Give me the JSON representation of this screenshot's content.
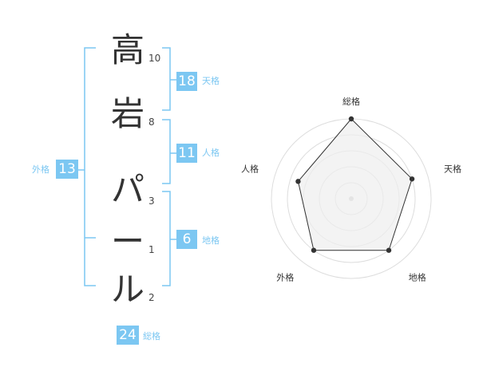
{
  "name_chars": [
    {
      "char": "高",
      "strokes": "10"
    },
    {
      "char": "岩",
      "strokes": "8"
    },
    {
      "char": "パ",
      "strokes": "3"
    },
    {
      "char": "ー",
      "strokes": "1"
    },
    {
      "char": "ル",
      "strokes": "2"
    }
  ],
  "kakusu": {
    "tenkaku": {
      "value": "18",
      "label": "天格"
    },
    "jinkaku": {
      "value": "11",
      "label": "人格"
    },
    "chikaku": {
      "value": "6",
      "label": "地格"
    },
    "gaikaku": {
      "value": "13",
      "label": "外格"
    },
    "soukaku": {
      "value": "24",
      "label": "総格"
    }
  },
  "colors": {
    "accent": "#7cc7f2",
    "text": "#333333",
    "radar_fill": "#eeeeee",
    "radar_line": "#333333",
    "grid": "#dddddd"
  },
  "chart_data": {
    "type": "radar",
    "categories": [
      "総格",
      "天格",
      "地格",
      "外格",
      "人格"
    ],
    "values": [
      5,
      4,
      4,
      4,
      3.5
    ],
    "rmax": 5,
    "rings": 5
  }
}
